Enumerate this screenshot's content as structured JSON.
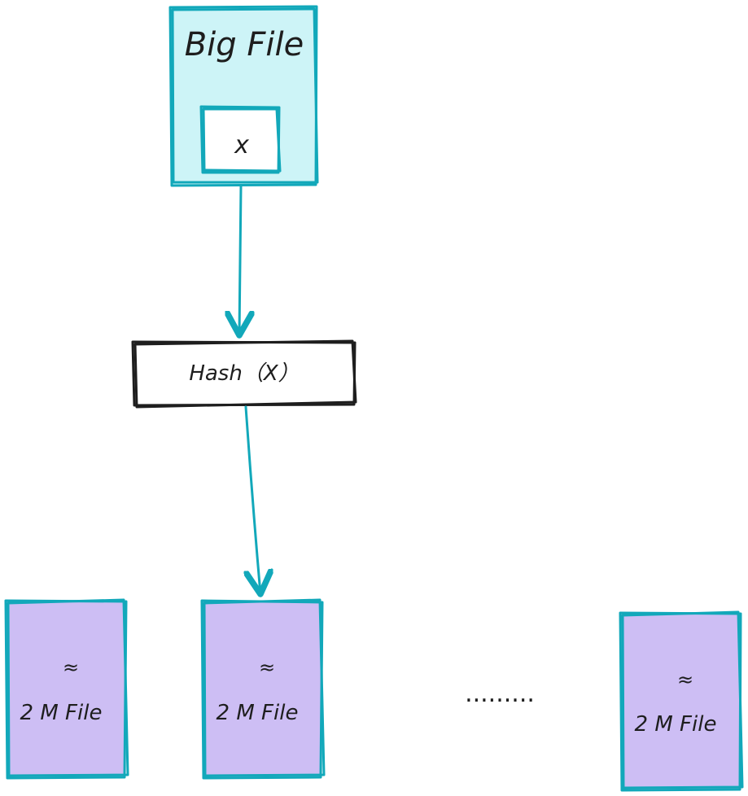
{
  "colors": {
    "big_file_fill": "#cdf4f7",
    "chunk_fill": "#cdbef4",
    "stroke_accent": "#12a8ba",
    "stroke_dark": "#1e1e1e"
  },
  "big_file": {
    "title": "Big File",
    "inner_label": "x"
  },
  "hash_box": {
    "label": "Hash（X）"
  },
  "chunks": [
    {
      "approx": "≈",
      "label": "2 M File"
    },
    {
      "approx": "≈",
      "label": "2 M File"
    },
    {
      "approx": "≈",
      "label": "2 M File"
    }
  ],
  "ellipsis": "........."
}
